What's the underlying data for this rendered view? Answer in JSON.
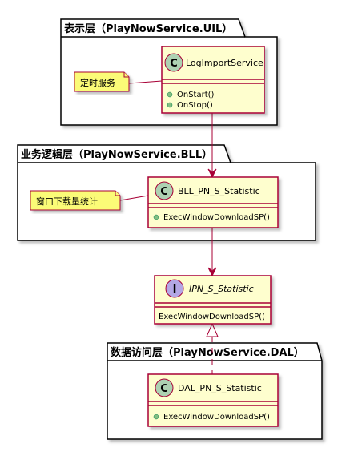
{
  "colors": {
    "class_fill": "#FEFECE",
    "class_border": "#A80036",
    "class_circle": "#ADD1B2",
    "interface_circle": "#B4A7E5",
    "note_fill": "#FBFB77",
    "member_dot": "#84BE84",
    "arrow": "#A80036"
  },
  "packages": {
    "uil": {
      "title": "表示层（PlayNowService.UIL）"
    },
    "bll": {
      "title": "业务逻辑层（PlayNowService.BLL）"
    },
    "dal": {
      "title": "数据访问层（PlayNowService.DAL）"
    }
  },
  "classes": {
    "log_import": {
      "stereotype_letter": "C",
      "name": "LogImportService",
      "methods": [
        "OnStart()",
        "OnStop()"
      ]
    },
    "bll_stat": {
      "stereotype_letter": "C",
      "name": "BLL_PN_S_Statistic",
      "methods": [
        "ExecWindowDownloadSP()"
      ]
    },
    "ipn_stat": {
      "stereotype_letter": "I",
      "name": "IPN_S_Statistic",
      "methods": [
        "ExecWindowDownloadSP()"
      ]
    },
    "dal_stat": {
      "stereotype_letter": "C",
      "name": "DAL_PN_S_Statistic",
      "methods": [
        "ExecWindowDownloadSP()"
      ]
    }
  },
  "notes": {
    "timer": "定时服务",
    "window_download": "窗口下载量统计"
  }
}
